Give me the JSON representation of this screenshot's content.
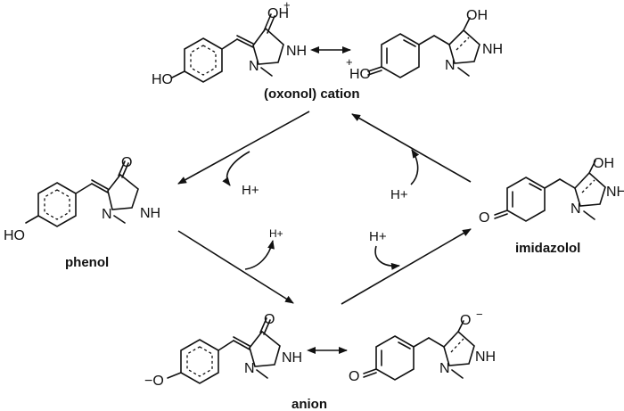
{
  "labels": {
    "cation": "(oxonol) cation",
    "phenol": "phenol",
    "imidazolol": "imidazolol",
    "anion": "anion"
  },
  "atoms": {
    "oh": "OH",
    "ho": "HO",
    "o": "O",
    "nh": "NH",
    "n": "N",
    "h": "H",
    "minus_o": "−O",
    "plus": "+",
    "minus": "−"
  },
  "protons": {
    "h_plus": "H+"
  }
}
